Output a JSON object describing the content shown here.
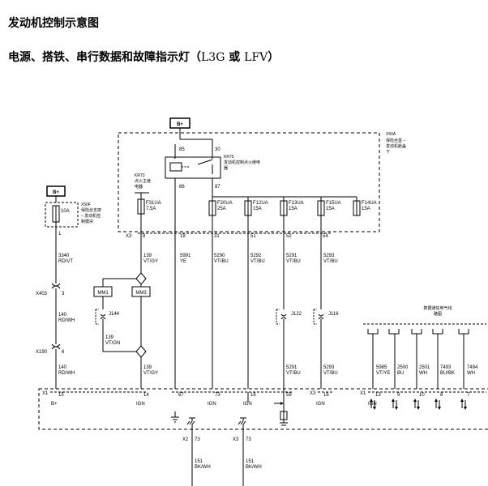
{
  "page": {
    "title": "发动机控制示意图",
    "subtitle_cn": "电源、搭铁、串行数据和故障指示灯（",
    "subtitle_models": "L3G",
    "subtitle_or": " 或 ",
    "subtitle_models2": "LFV",
    "subtitle_close": "）"
  },
  "relay_box": {
    "connector": "X50A",
    "desc": [
      "保险丝盒 –",
      "发动机舱盖",
      "下"
    ],
    "bplus": "B+",
    "relay_code": "KR75",
    "relay_desc": [
      "发动机控制点火继电",
      "器"
    ],
    "pin85": "85",
    "pin30": "30",
    "pin86": "86",
    "pin87": "87",
    "kr73_code": "KR73",
    "kr73_desc": [
      "点火主继",
      "电器"
    ],
    "connector_label": "X3",
    "fuses": [
      {
        "name": "F31UA",
        "rating": "7.5A",
        "pin": "8"
      },
      {
        "name": "F20UA",
        "rating": "25A",
        "pin": "31"
      },
      {
        "name": "F12UA",
        "rating": "15A",
        "pin": "51"
      },
      {
        "name": "F13UA",
        "rating": "15A",
        "pin": "52"
      },
      {
        "name": "F15UA",
        "rating": "15A",
        "pin": "54"
      },
      {
        "name": "F14UA",
        "rating": "15A",
        "pin": ""
      }
    ],
    "pin18": "18"
  },
  "x50f": {
    "bplus": "B+",
    "fuse": "10A",
    "code": "X50F",
    "desc": [
      "保险丝支架",
      "– 发动机控",
      "制模块"
    ],
    "pin": "1"
  },
  "wires": {
    "w3340": [
      "3340",
      "RD/VT"
    ],
    "w140a": [
      "140",
      "RD/WH"
    ],
    "w140b": [
      "140",
      "RD/WH"
    ],
    "w139a": [
      "139",
      "VT/GY"
    ],
    "w139b": [
      "139",
      "VT/GN"
    ],
    "w139c": [
      "139",
      "VT/GY"
    ],
    "w5991": [
      "5991",
      "YE"
    ],
    "w5290": [
      "5290",
      "VT/BU"
    ],
    "w5292": [
      "5292",
      "VT/BU"
    ],
    "w5291a": [
      "5291",
      "VT/BU"
    ],
    "w5293a": [
      "5293",
      "VT/BU"
    ],
    "w5291b": [
      "5291",
      "VT/BU"
    ],
    "w5293b": [
      "5293",
      "VT/BU"
    ],
    "w5985": [
      "5985",
      "VT/YE"
    ],
    "w2500": [
      "2500",
      "BU"
    ],
    "w2501": [
      "2501",
      "WH"
    ],
    "w7493": [
      "7493",
      "BU/BK"
    ],
    "w7494": [
      "7494",
      "WH"
    ],
    "w151a": [
      "151",
      "BK/WH"
    ],
    "w151b": [
      "151",
      "BK/WH"
    ]
  },
  "connectors": {
    "x403": "X403",
    "x403_pin": "3",
    "x190": "X190",
    "x190_pin": "6",
    "mm1": "MM1",
    "mm3": "MM3",
    "j144": "J144",
    "j122": "J122",
    "j116": "J116",
    "serial_desc": [
      "数据通信电气线",
      "路图"
    ]
  },
  "ecm": {
    "x1_left": "X1",
    "x1_right": "X1",
    "x3": "X3",
    "x2_bottom": "X2",
    "x3_bottom": "X3",
    "pins": {
      "p15": "15",
      "p14": "14",
      "p67": "67",
      "p73": "73",
      "p16a": "16",
      "p59": "59",
      "p16b": "16",
      "p13": "13",
      "p9": "9",
      "p10": "10",
      "p8": "8",
      "p7": "7",
      "p73b": "73",
      "p73c": "73"
    },
    "labels": {
      "bplus": "B+",
      "ign1": "IGN",
      "ign2": "IGN",
      "ign3": "IGN",
      "ign4": "IGN",
      "ign5": "IGN"
    }
  }
}
